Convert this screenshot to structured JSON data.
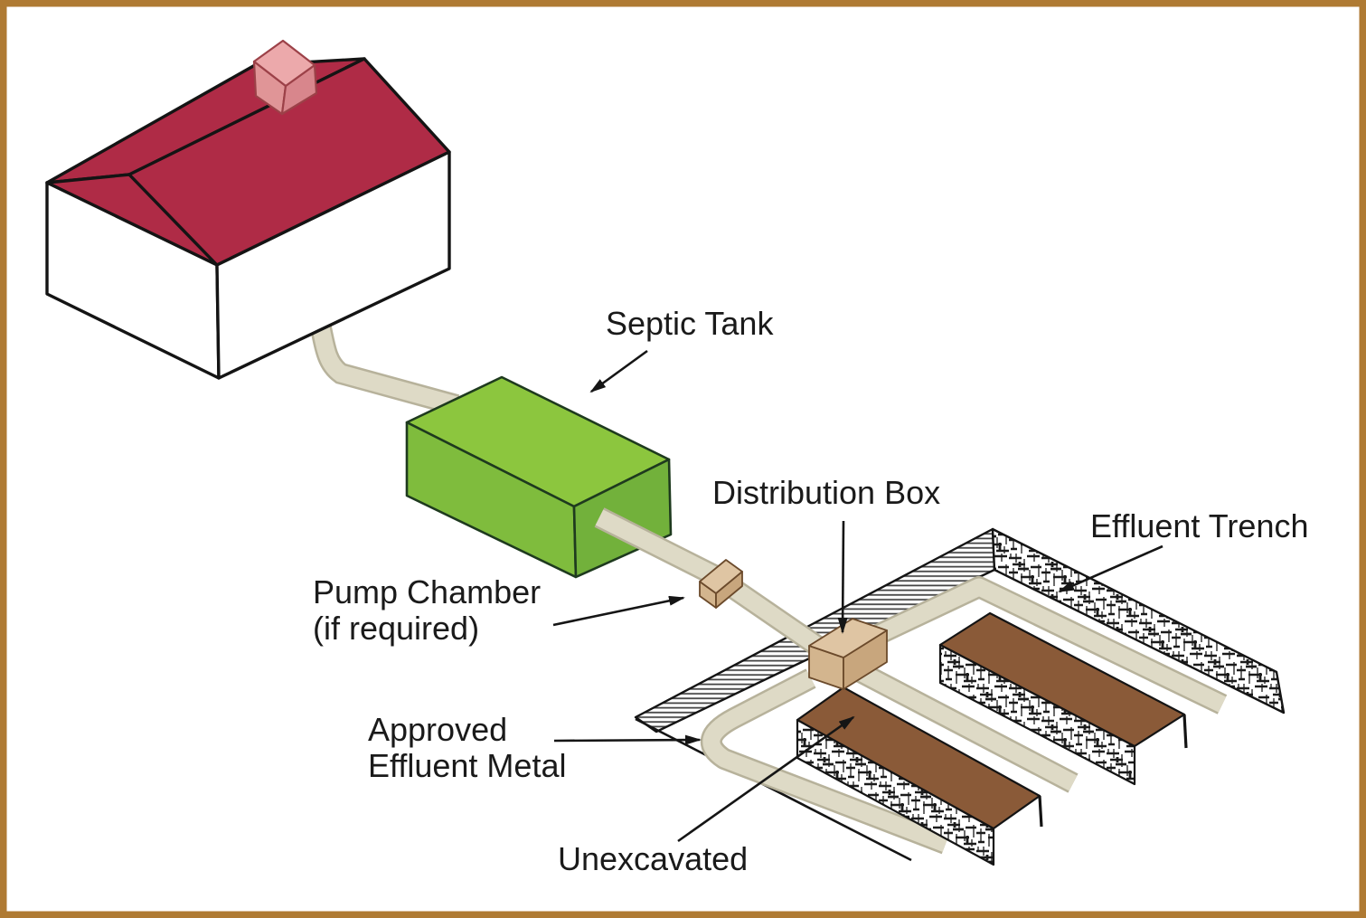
{
  "diagram": {
    "kind": "septic-system-isometric-diagram",
    "labels": {
      "septic_tank": "Septic Tank",
      "distribution_box": "Distribution Box",
      "pump_chamber": "Pump Chamber\n(if required)",
      "effluent_trench": "Effluent Trench",
      "approved_effluent": "Approved\nEffluent Metal",
      "unexcavated": "Unexcavated"
    },
    "colors": {
      "frame": "#AF7A33",
      "ink": "#1a1a1a",
      "roof_red": "#AF2B46",
      "wall_white": "#ffffff",
      "chimney_top": "#ECA9AB",
      "chimney_front": "#E09597",
      "chimney_right": "#D8868C",
      "chimney_line": "#9C4148",
      "tank_top": "#8CC63E",
      "tank_left": "#7FBC3D",
      "tank_right": "#72B13B",
      "tank_line": "#1e3a1e",
      "pipe_fill": "#DEDAC6",
      "pipe_edge": "#B7B29B",
      "box_top": "#DFC5A3",
      "box_left": "#D3B58E",
      "box_right": "#C8A67D",
      "box_line": "#6B4A2B",
      "mound_brown": "#8A5A38"
    }
  }
}
